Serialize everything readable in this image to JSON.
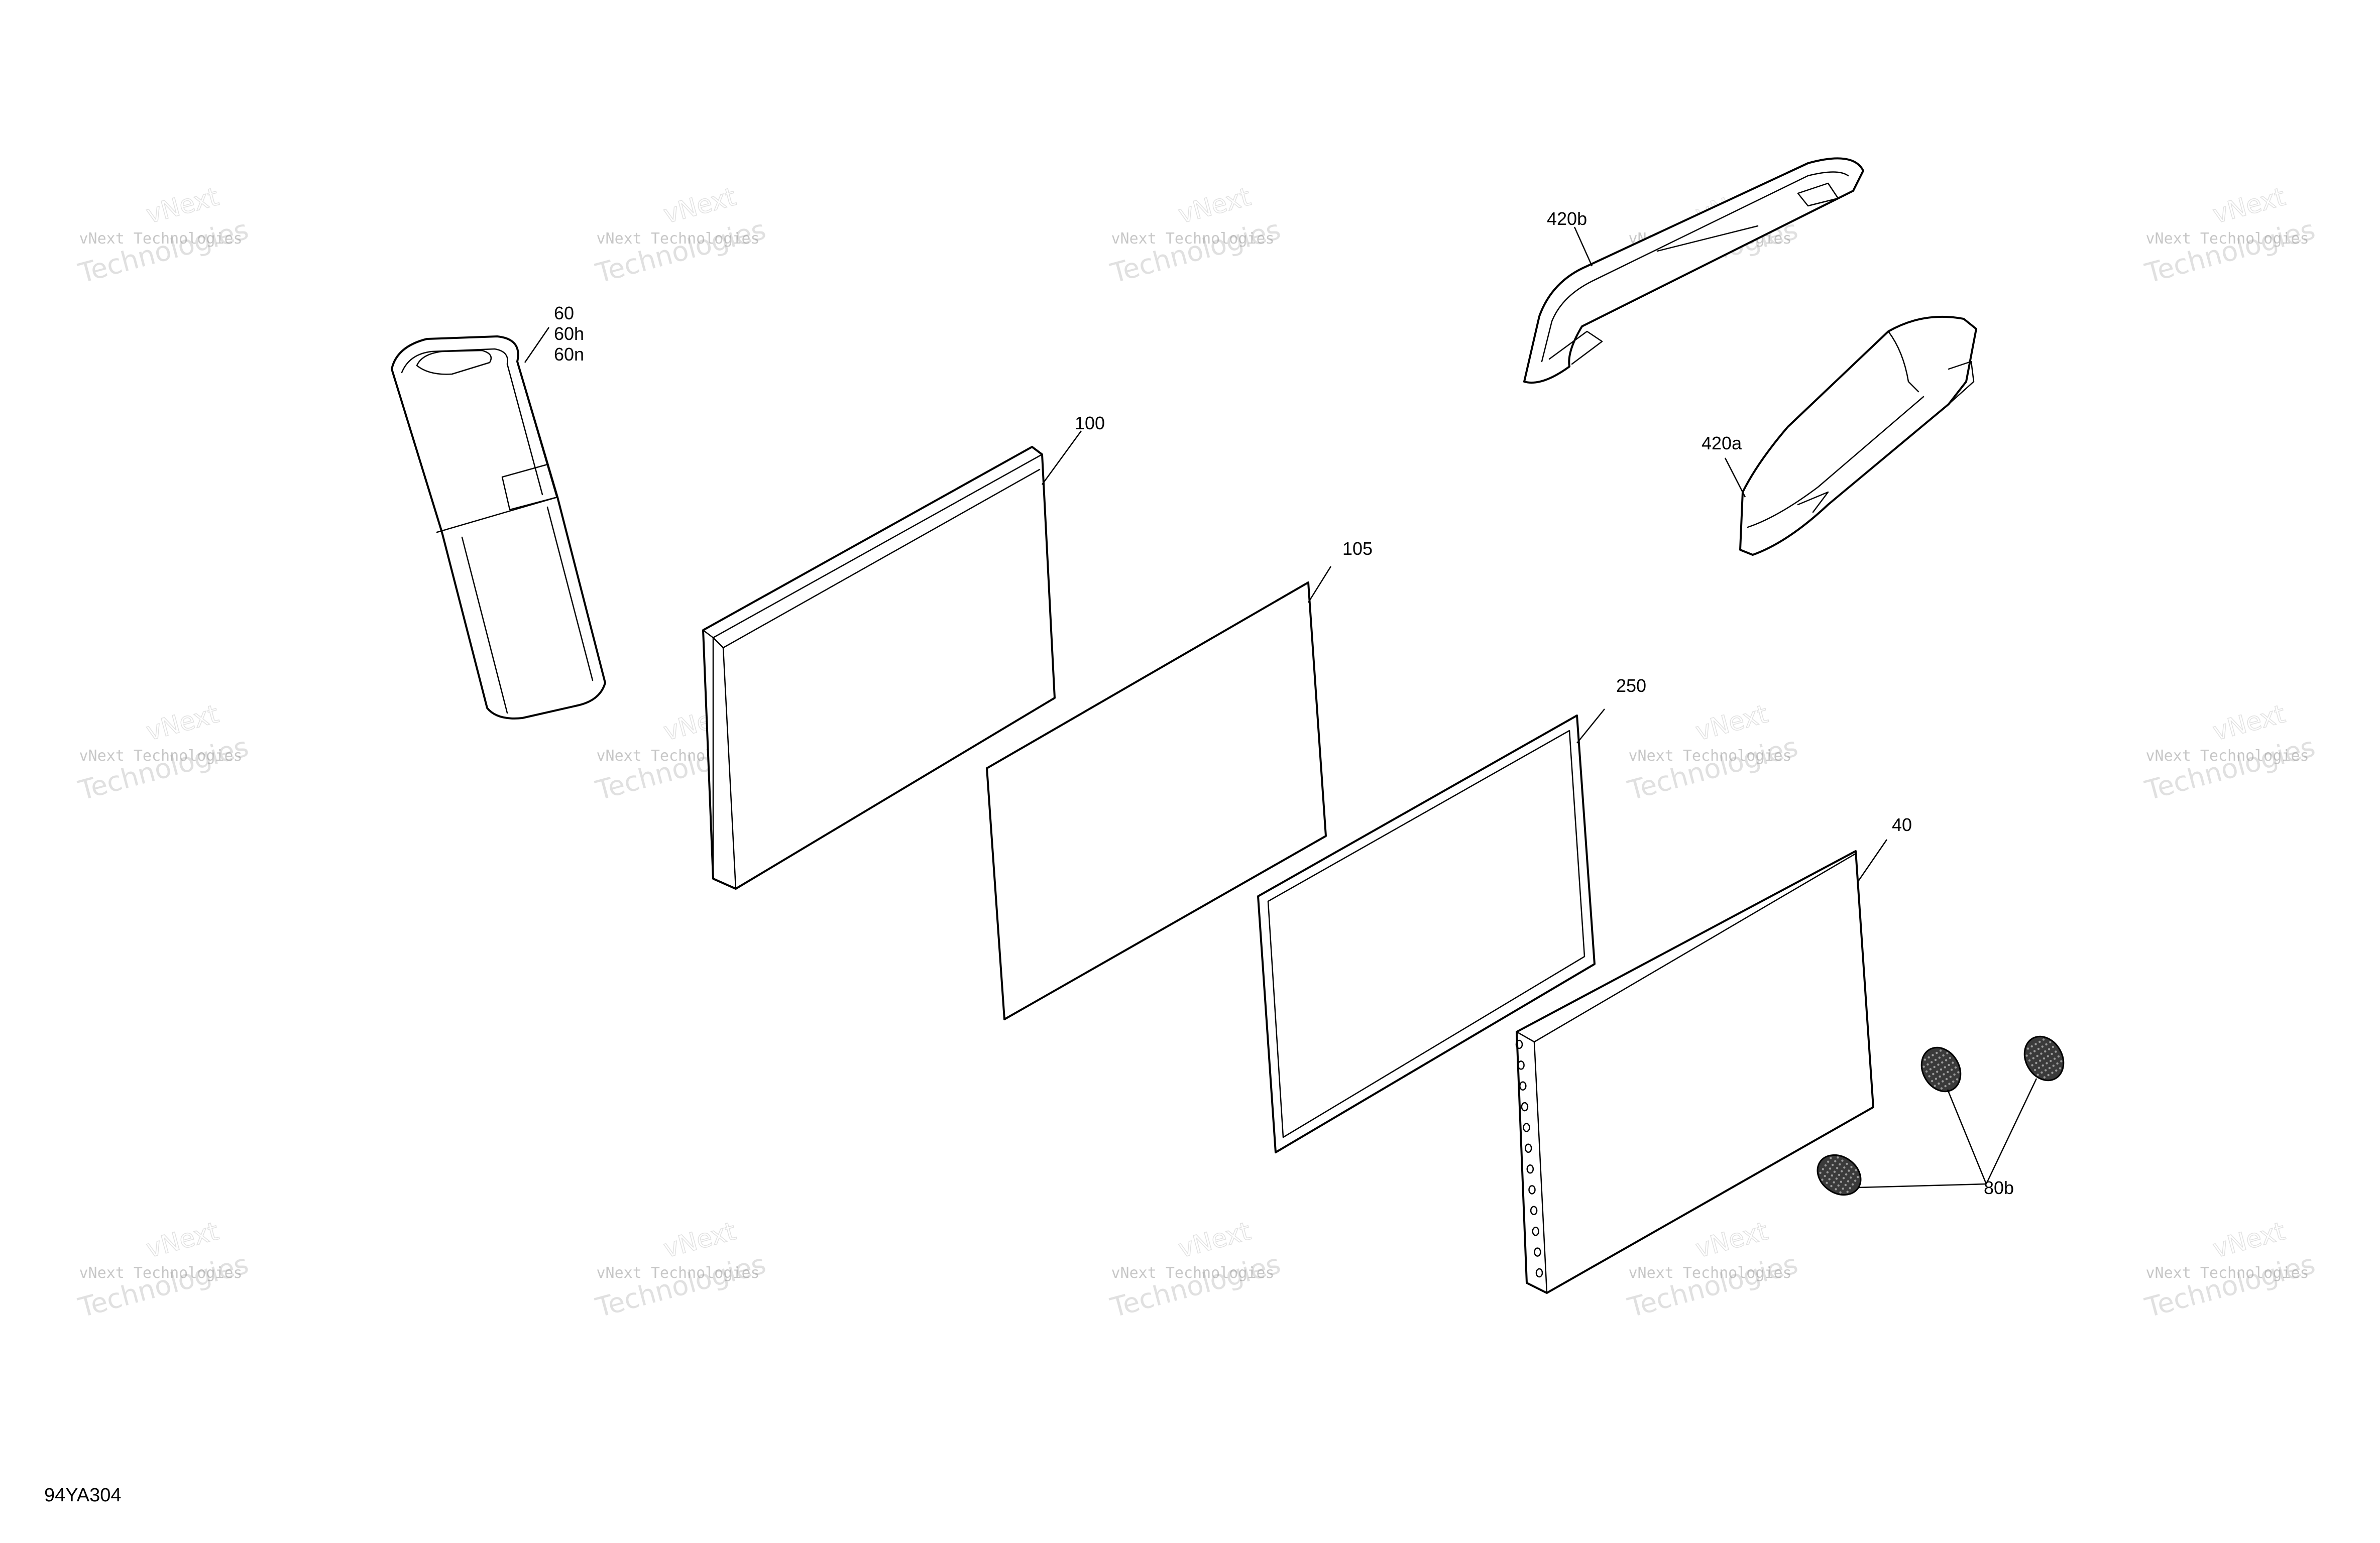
{
  "diagram": {
    "drawing_id": "94YA304",
    "watermark_text": "vNext Technologies",
    "callouts": {
      "c60": "60",
      "c60h": "60h",
      "c60n": "60n",
      "c100": "100",
      "c105": "105",
      "c250": "250",
      "c40": "40",
      "c420a": "420a",
      "c420b": "420b",
      "c80b": "80b"
    },
    "colors": {
      "line": "#000000",
      "background": "#ffffff",
      "watermark": "#b0b0b0"
    }
  }
}
